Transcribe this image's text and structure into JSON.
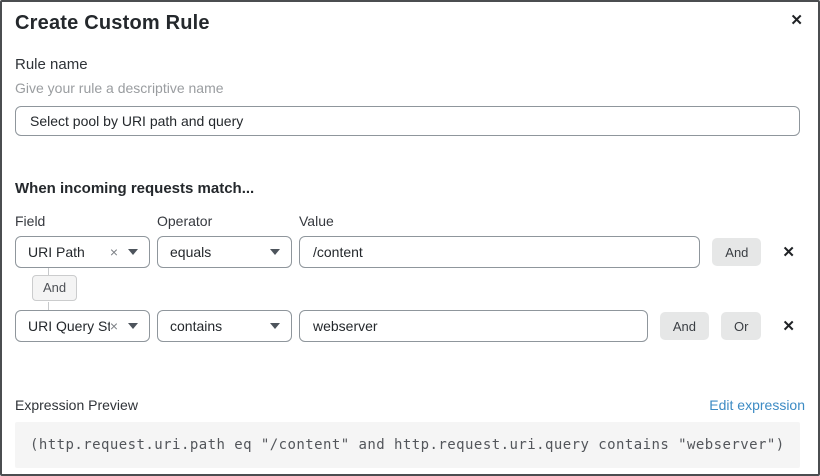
{
  "dialog": {
    "title": "Create Custom Rule",
    "close_icon_name": "close-icon"
  },
  "rule_name": {
    "label": "Rule name",
    "helper": "Give your rule a descriptive name",
    "value": "Select pool by URI path and query"
  },
  "matcher": {
    "heading": "When incoming requests match...",
    "column_labels": [
      "Field",
      "Operator",
      "Value"
    ],
    "connector_label": "And",
    "rows": [
      {
        "field": "URI Path",
        "operator": "equals",
        "value": "/content",
        "buttons": [
          "And"
        ],
        "delete_icon": "✕"
      },
      {
        "field": "URI Query St...",
        "operator": "contains",
        "value": "webserver",
        "buttons": [
          "And",
          "Or"
        ],
        "delete_icon": "✕"
      }
    ]
  },
  "expression_preview": {
    "label": "Expression Preview",
    "edit_link": "Edit expression",
    "expression": "(http.request.uri.path eq \"/content\" and http.request.uri.query contains \"webserver\")"
  },
  "icons": {
    "close": "✕",
    "select_clear": "×"
  },
  "colors": {
    "link_blue": "#3d8bc4",
    "button_gray": "#e6e7e7",
    "border_gray": "#8f969c",
    "code_background": "#f5f5f5"
  }
}
